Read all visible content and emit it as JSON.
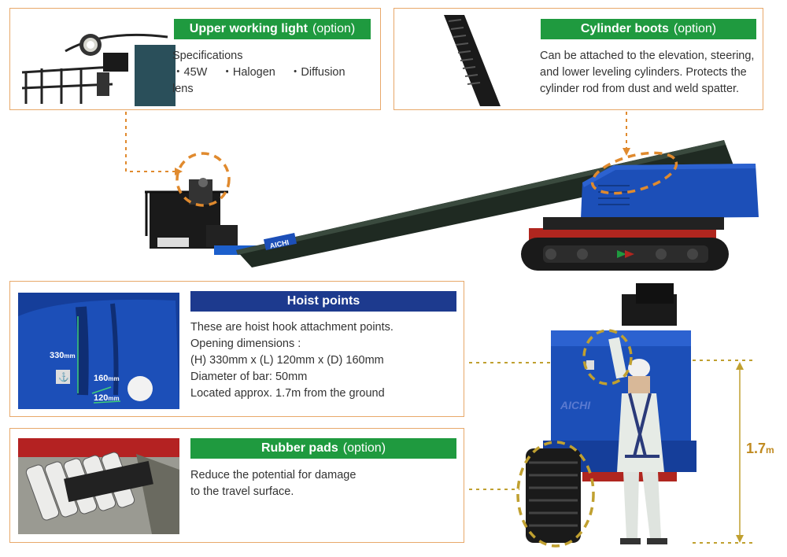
{
  "upper_light": {
    "title": "Upper working light",
    "option": "(option)",
    "spec_heading": "Specifications",
    "specs": [
      "45W",
      "Halogen",
      "Diffusion lens"
    ]
  },
  "cylinder_boots": {
    "title": "Cylinder boots",
    "option": "(option)",
    "lines": [
      "Can be attached to the elevation, steering,",
      "and lower leveling cylinders. Protects the",
      "cylinder rod from dust and weld spatter."
    ]
  },
  "hoist_points": {
    "title": "Hoist points",
    "lines": [
      "These are hoist hook attachment points.",
      "Opening dimensions :",
      "(H) 330mm x (L) 120mm x (D) 160mm",
      "Diameter of bar: 50mm",
      "Located approx. 1.7m from the ground"
    ],
    "dims": {
      "h": "330",
      "d": "160",
      "l": "120",
      "unit": "mm"
    }
  },
  "rubber_pads": {
    "title": "Rubber pads",
    "option": "(option)",
    "lines": [
      "Reduce the potential for damage",
      "to the travel surface."
    ]
  },
  "machine": {
    "brand": "AICHI"
  },
  "height": {
    "value": "1.7",
    "unit": "m"
  },
  "colors": {
    "green": "#1f9a3f",
    "navy": "#1d3a8e",
    "orange_border": "#e8a86a",
    "orange_dash": "#e08a2e",
    "olive_dash": "#c0a030",
    "machine_blue": "#1c4fb8"
  }
}
